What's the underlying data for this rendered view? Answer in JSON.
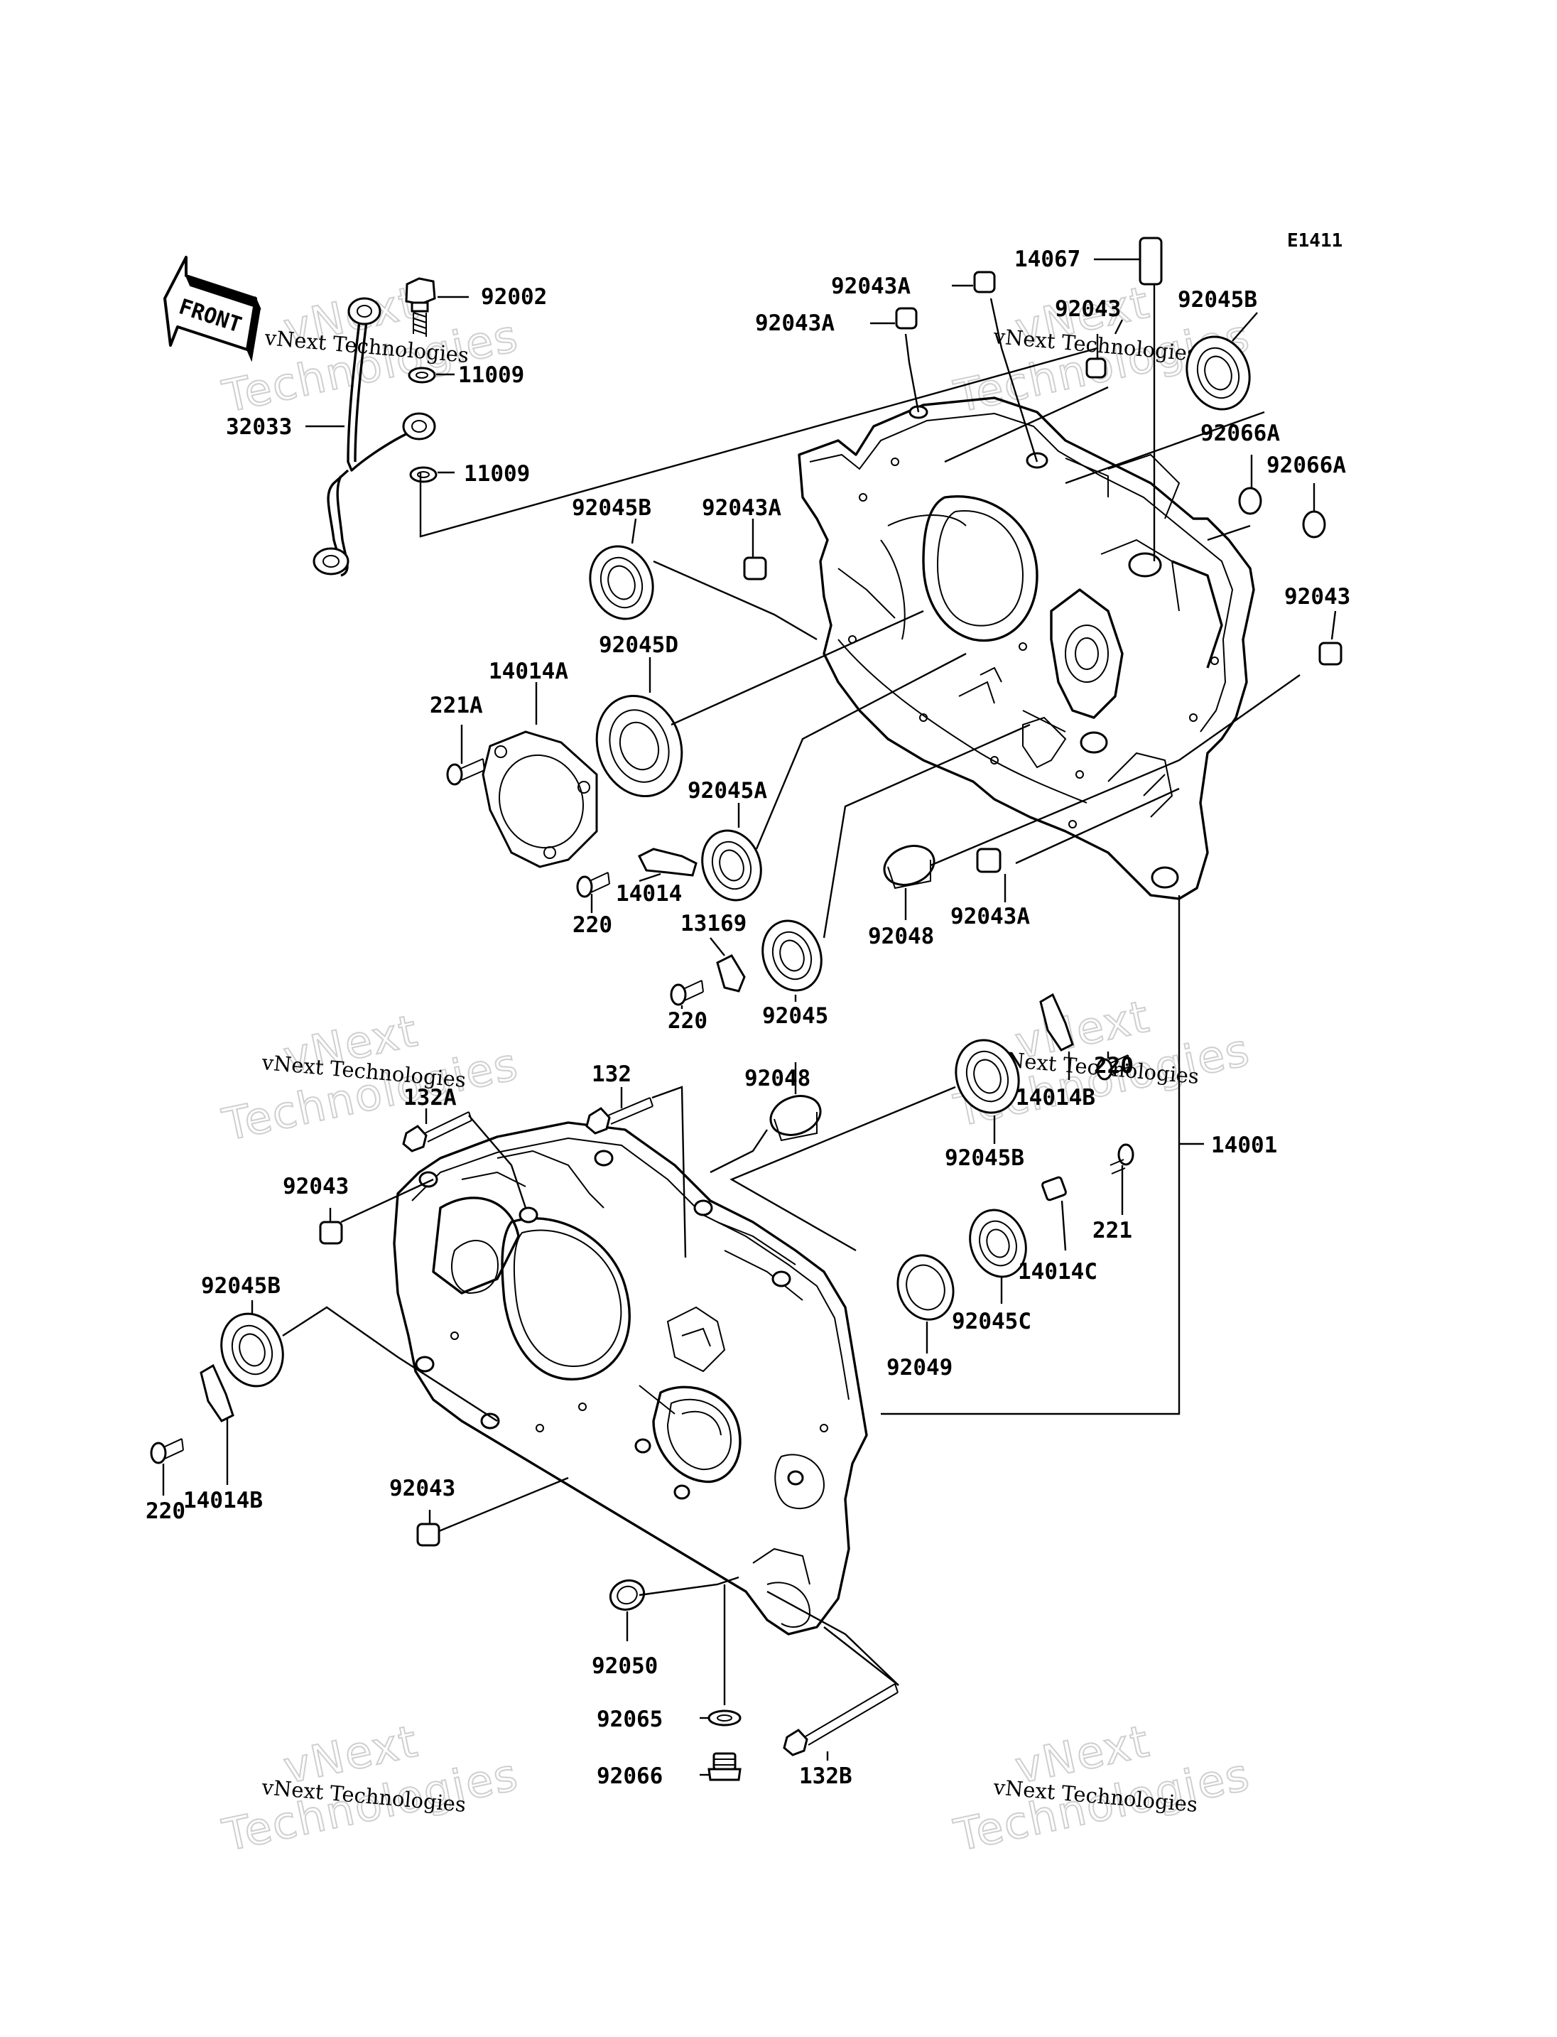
{
  "diagram_code": "E1411",
  "front_label": "FRONT",
  "watermark": {
    "company": "vNext",
    "technologies": "Technologies",
    "small": "vNext Technologies"
  },
  "part_labels": {
    "p92002": "92002",
    "p11009_a": "11009",
    "p11009_b": "11009",
    "p32033": "32033",
    "p92043A_top1": "92043A",
    "p92043A_top2": "92043A",
    "p14067": "14067",
    "p92043_top": "92043",
    "p92045B_top": "92045B",
    "p92066A_1": "92066A",
    "p92066A_2": "92066A",
    "p92045B_left": "92045B",
    "p92043A_mid": "92043A",
    "p92043_right": "92043",
    "p221A": "221A",
    "p14014A": "14014A",
    "p92045D": "92045D",
    "p92045A": "92045A",
    "p220_a": "220",
    "p14014": "14014",
    "p13169": "13169",
    "p92048_top": "92048",
    "p92043A_low": "92043A",
    "p220_b": "220",
    "p92045": "92045",
    "p92048_mid": "92048",
    "p132A": "132A",
    "p132": "132",
    "p220_c": "220",
    "p14014B_right": "14014B",
    "p92045B_mid": "92045B",
    "p14001": "14001",
    "p92043_left": "92043",
    "p221": "221",
    "p14014C": "14014C",
    "p92045B_lower": "92045B",
    "p92049": "92049",
    "p92045C": "92045C",
    "p14014B_left": "14014B",
    "p220_d": "220",
    "p92043_lower": "92043",
    "p92050": "92050",
    "p92065": "92065",
    "p132B": "132B",
    "p92066": "92066"
  }
}
